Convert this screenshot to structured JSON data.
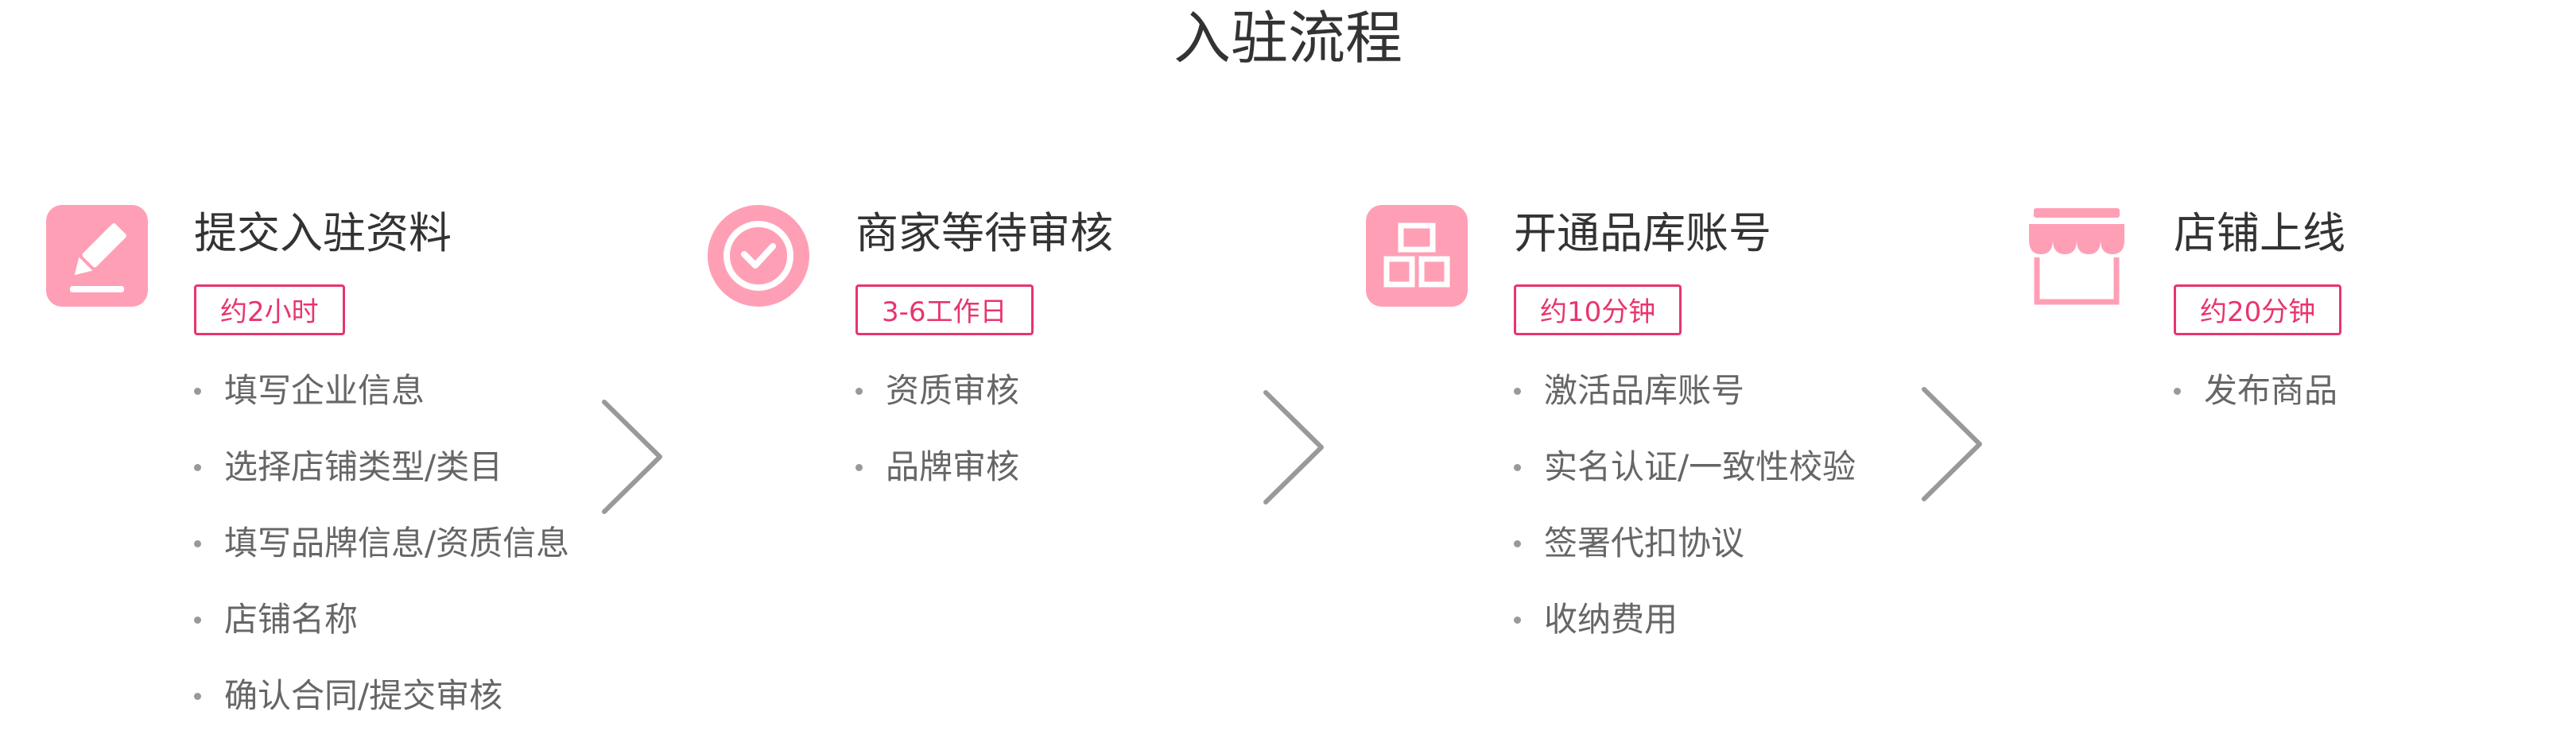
{
  "page": {
    "title": "入驻流程"
  },
  "colors": {
    "accent_pink": "#ff9fb5",
    "badge_red": "#e8356d",
    "arrow_gray": "#999999",
    "text_dark": "#333333",
    "text_muted": "#666666"
  },
  "steps": [
    {
      "icon": "pencil-edit-icon",
      "title": "提交入驻资料",
      "duration": "约2小时",
      "items": [
        "填写企业信息",
        "选择店铺类型/类目",
        "填写品牌信息/资质信息",
        "店铺名称",
        "确认合同/提交审核"
      ]
    },
    {
      "icon": "clock-icon",
      "title": "商家等待审核",
      "duration": "3-6工作日",
      "items": [
        "资质审核",
        "品牌审核"
      ]
    },
    {
      "icon": "product-library-icon",
      "title": "开通品库账号",
      "duration": "约10分钟",
      "items": [
        "激活品库账号",
        "实名认证/一致性校验",
        "签署代扣协议",
        "收纳费用"
      ]
    },
    {
      "icon": "storefront-icon",
      "title": "店铺上线",
      "duration": "约20分钟",
      "items": [
        "发布商品"
      ]
    }
  ]
}
